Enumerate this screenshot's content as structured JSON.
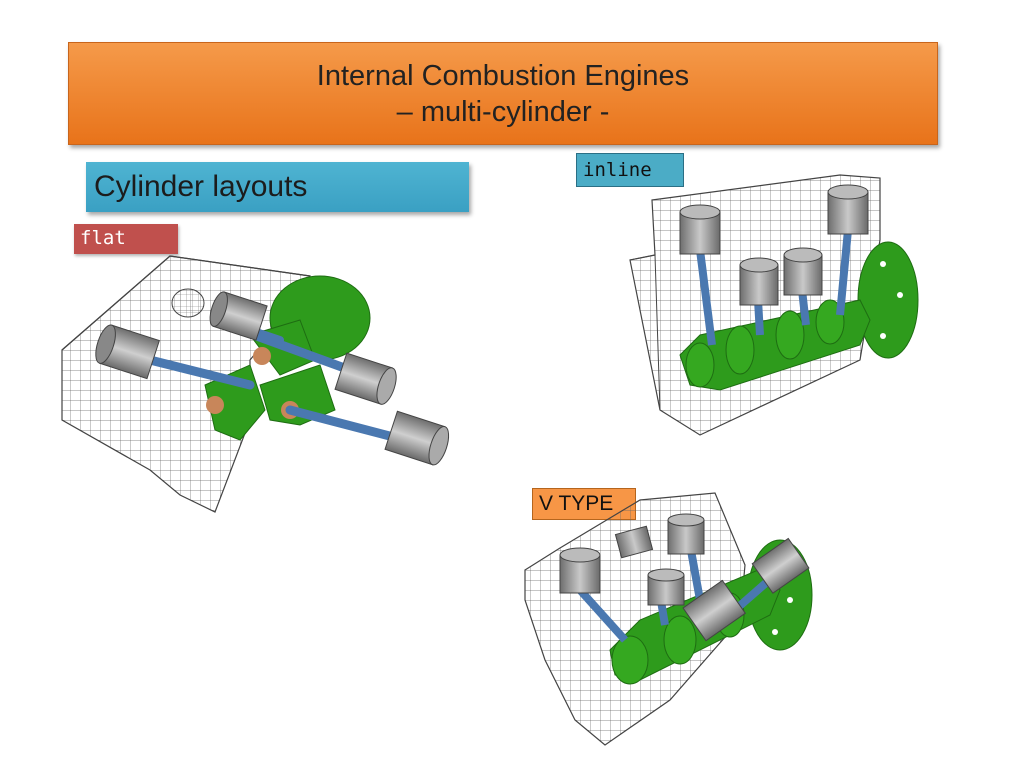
{
  "title": {
    "line1": "Internal Combustion Engines",
    "line2": "– multi-cylinder -"
  },
  "subtitle": "Cylinder layouts",
  "labels": {
    "flat": "flat",
    "inline": "inline",
    "vtype": "V TYPE"
  },
  "colors": {
    "title_bg": "#f08c34",
    "subtitle_bg": "#4bacc6",
    "flat_tag": "#c0504d",
    "inline_tag": "#4bacc6",
    "vtype_tag": "#f79646",
    "crankshaft": "#2e9b1c",
    "conrod": "#4a78b0",
    "piston": "#9a9a9a"
  }
}
